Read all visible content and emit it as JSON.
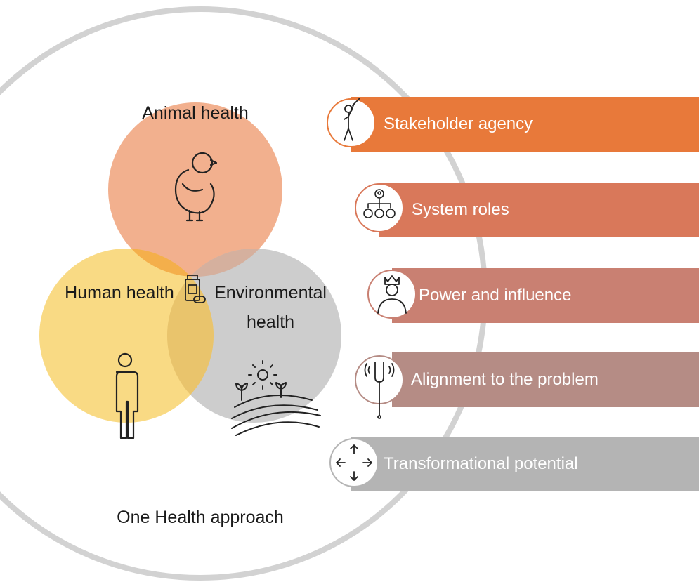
{
  "venn": {
    "animal": "Animal health",
    "human": "Human health",
    "environmental_line1": "Environmental",
    "environmental_line2": "health",
    "approach": "One Health approach"
  },
  "icons": {
    "animal": "chick-icon",
    "human": "person-icon",
    "environmental": "sun-and-field-icon",
    "center": "medicine-bottle-icon"
  },
  "dimensions": [
    {
      "label": "Stakeholder agency",
      "icon": "person-with-club-icon",
      "color": "#E8793A"
    },
    {
      "label": "System roles",
      "icon": "org-hierarchy-icon",
      "color": "#D9785A"
    },
    {
      "label": "Power and influence",
      "icon": "crowned-person-icon",
      "color": "#C98072"
    },
    {
      "label": "Alignment to the problem",
      "icon": "tuning-fork-icon",
      "color": "#B58C85"
    },
    {
      "label": "Transformational potential",
      "icon": "four-arrows-icon",
      "color": "#B4B4B4"
    }
  ],
  "colors": {
    "animal_circle": "#F2B08E",
    "human_circle": "#F8D36F",
    "environmental_circle": "#C9C9C9",
    "outer_ring": "#D2D2D2"
  }
}
